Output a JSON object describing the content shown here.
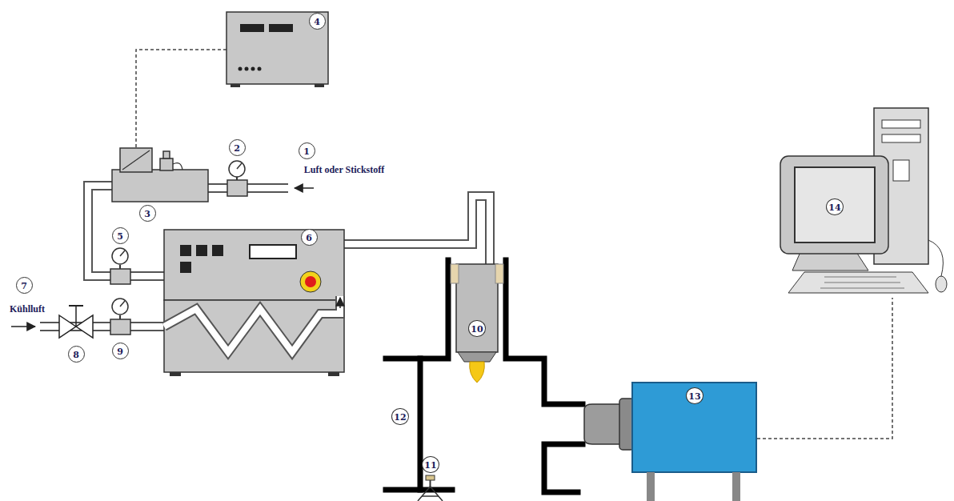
{
  "diagram": {
    "labels": [
      "4",
      "2",
      "1",
      "Luft oder Stickstoff",
      "3",
      "5",
      "6",
      "7",
      "Kühlluft",
      "8",
      "9",
      "10",
      "12",
      "11",
      "13",
      "14"
    ]
  }
}
